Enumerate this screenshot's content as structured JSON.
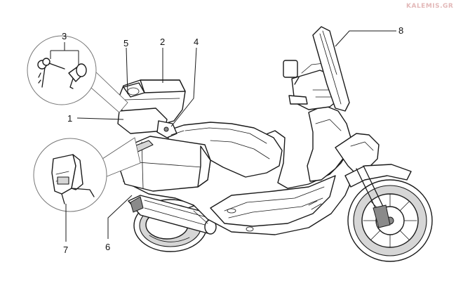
{
  "watermark": "KALEMIS.GR",
  "callouts": [
    {
      "id": "1",
      "label": "1"
    },
    {
      "id": "2",
      "label": "2"
    },
    {
      "id": "3",
      "label": "3"
    },
    {
      "id": "4",
      "label": "4"
    },
    {
      "id": "5",
      "label": "5"
    },
    {
      "id": "6",
      "label": "6"
    },
    {
      "id": "7",
      "label": "7"
    },
    {
      "id": "8",
      "label": "8"
    }
  ],
  "colors": {
    "line": "#1a1a1a",
    "shade": "#d6d6d6",
    "watermark": "#e3b9b9"
  }
}
